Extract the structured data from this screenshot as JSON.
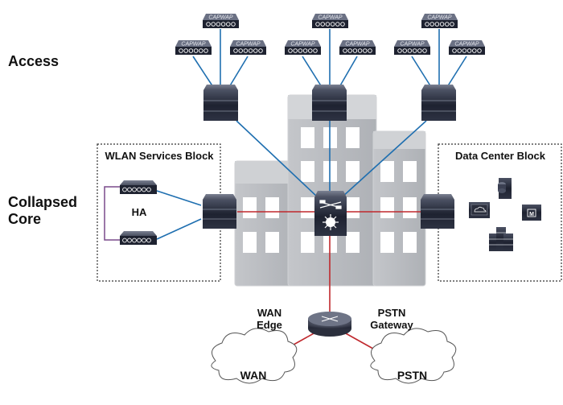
{
  "diagram": {
    "title": "Campus Network: Access and Collapsed Core",
    "tiers": {
      "access": "Access",
      "collapsed_core": "Collapsed Core"
    },
    "blocks": {
      "wlan": {
        "title": "WLAN Services Block",
        "ha_label": "HA"
      },
      "data_center": {
        "title": "Data Center Block"
      }
    },
    "wan_edge": {
      "label_line1": "WAN",
      "label_line2": "Edge"
    },
    "pstn_gateway": {
      "label_line1": "PSTN",
      "label_line2": "Gateway"
    },
    "clouds": {
      "wan": "WAN",
      "pstn": "PSTN"
    },
    "access_point_label": "CAPWAP",
    "colors": {
      "access_link": "#1f6fb0",
      "core_link": "#c0282d",
      "ha_link": "#7a4a8c",
      "device": "#2b2f3d",
      "building": "#b8bbc0"
    }
  }
}
